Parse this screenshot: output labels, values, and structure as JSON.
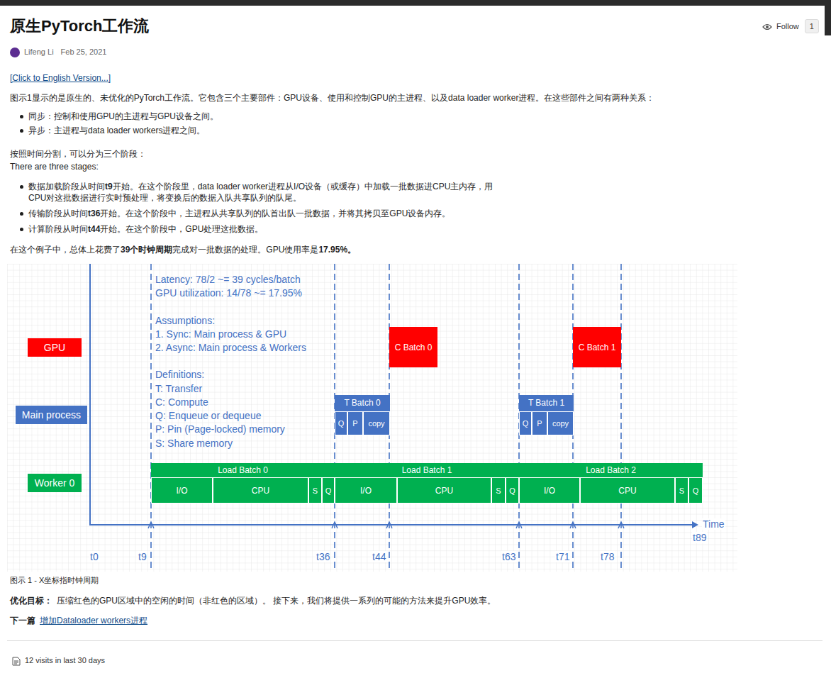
{
  "diagram": {
    "title": "原生PyTorch工作流",
    "caption": "图示 1 - X坐标指时钟周期",
    "nodes": [
      {
        "text": [
          "GPU"
        ]
      },
      {
        "text": [
          "C Batch 0"
        ]
      },
      {
        "text": [
          "C Batch 1"
        ]
      },
      {
        "text": [
          "Main process"
        ]
      },
      {
        "text": [
          "T Batch 0"
        ]
      },
      {
        "text": [
          "Q"
        ],
        "in": 4
      },
      {
        "text": [
          "P"
        ],
        "in": 4
      },
      {
        "text": [
          "copy"
        ],
        "in": 4
      },
      {
        "text": [
          "T Batch 1"
        ]
      },
      {
        "text": [
          "Q"
        ],
        "in": 8
      },
      {
        "text": [
          "P"
        ],
        "in": 8
      },
      {
        "text": [
          "copy"
        ],
        "in": 8
      },
      {
        "text": [
          "Worker 0"
        ]
      },
      {
        "text": [
          "Load Batch 0"
        ]
      },
      {
        "text": [
          "I/O"
        ],
        "in": 13
      },
      {
        "text": [
          "CPU"
        ],
        "in": 13
      },
      {
        "text": [
          "S"
        ],
        "in": 13
      },
      {
        "text": [
          "Q"
        ],
        "in": 13
      },
      {
        "text": [
          "Load Batch 1"
        ]
      },
      {
        "text": [
          "I/O"
        ],
        "in": 18
      },
      {
        "text": [
          "CPU"
        ],
        "in": 18
      },
      {
        "text": [
          "S"
        ],
        "in": 18
      },
      {
        "text": [
          "Q"
        ],
        "in": 18
      },
      {
        "text": [
          "Load Batch 2"
        ]
      },
      {
        "text": [
          "I/O"
        ],
        "in": 23
      },
      {
        "text": [
          "CPU"
        ],
        "in": 23
      },
      {
        "text": [
          "S"
        ],
        "in": 23
      },
      {
        "text": [
          "Q"
        ],
        "in": 23
      }
    ],
    "labels": [
      "Follow",
      "1",
      "Lifeng Li",
      "Feb 25, 2021",
      "[Click to English Version...]",
      "图示1显示的是原生的、未优化的PyTorch工作流。它包含三个主要部件：GPU设备、使用和控制GPU的主进程、以及data loader worker进程。在这些部件之间有两种关系：",
      "同步：控制和使用GPU的主进程与GPU设备之间。",
      "异步：主进程与data loader workers进程之间。",
      "按照时间分割，可以分为三个阶段：",
      "There are three stages:",
      "数据加载阶段从时间",
      "t9",
      "开始。在这个阶段里，data loader worker进程从I/O设备（或缓存）中加载一批数据进CPU主内存，用CPU对这批数据进行实时预处理，将变换后的数据入队共享队列的队尾。",
      "传输阶段从时间",
      "t36",
      "开始。在这个阶段中，主进程从共享队列的队首出队一批数据，并将其拷贝至GPU设备内存。",
      "计算阶段从时间",
      "t44",
      "开始。在这个阶段中，GPU处理这批数据。",
      "在这个例子中，总体上花费了",
      "39个时钟周期",
      "完成对一批数据的处理。GPU使用率是",
      "17.95%。",
      "Latency: 78/2 ~= 39 cycles/batch",
      "GPU utilization: 14/78 ~= 17.95%",
      "Assumptions:",
      "1. Sync: Main process & GPU",
      "2. Async: Main process & Workers",
      "Definitions:",
      "T: Transfer",
      "C: Compute",
      "Q: Enqueue or dequeue",
      "P: Pin (Page-locked) memory",
      "S: Share memory",
      "Time",
      "t89",
      "t0",
      "t9",
      "t36",
      "t44",
      "t63",
      "t71",
      "t78",
      "优化目标：",
      "压缩红色的GPU区域中的空闲的时间（非红色的区域）。 接下来，我们将提供一系列的可能的方法来提升GPU效率。",
      "下一篇",
      "增加Dataloader workers进程",
      "12 visits in last 30 days"
    ]
  }
}
